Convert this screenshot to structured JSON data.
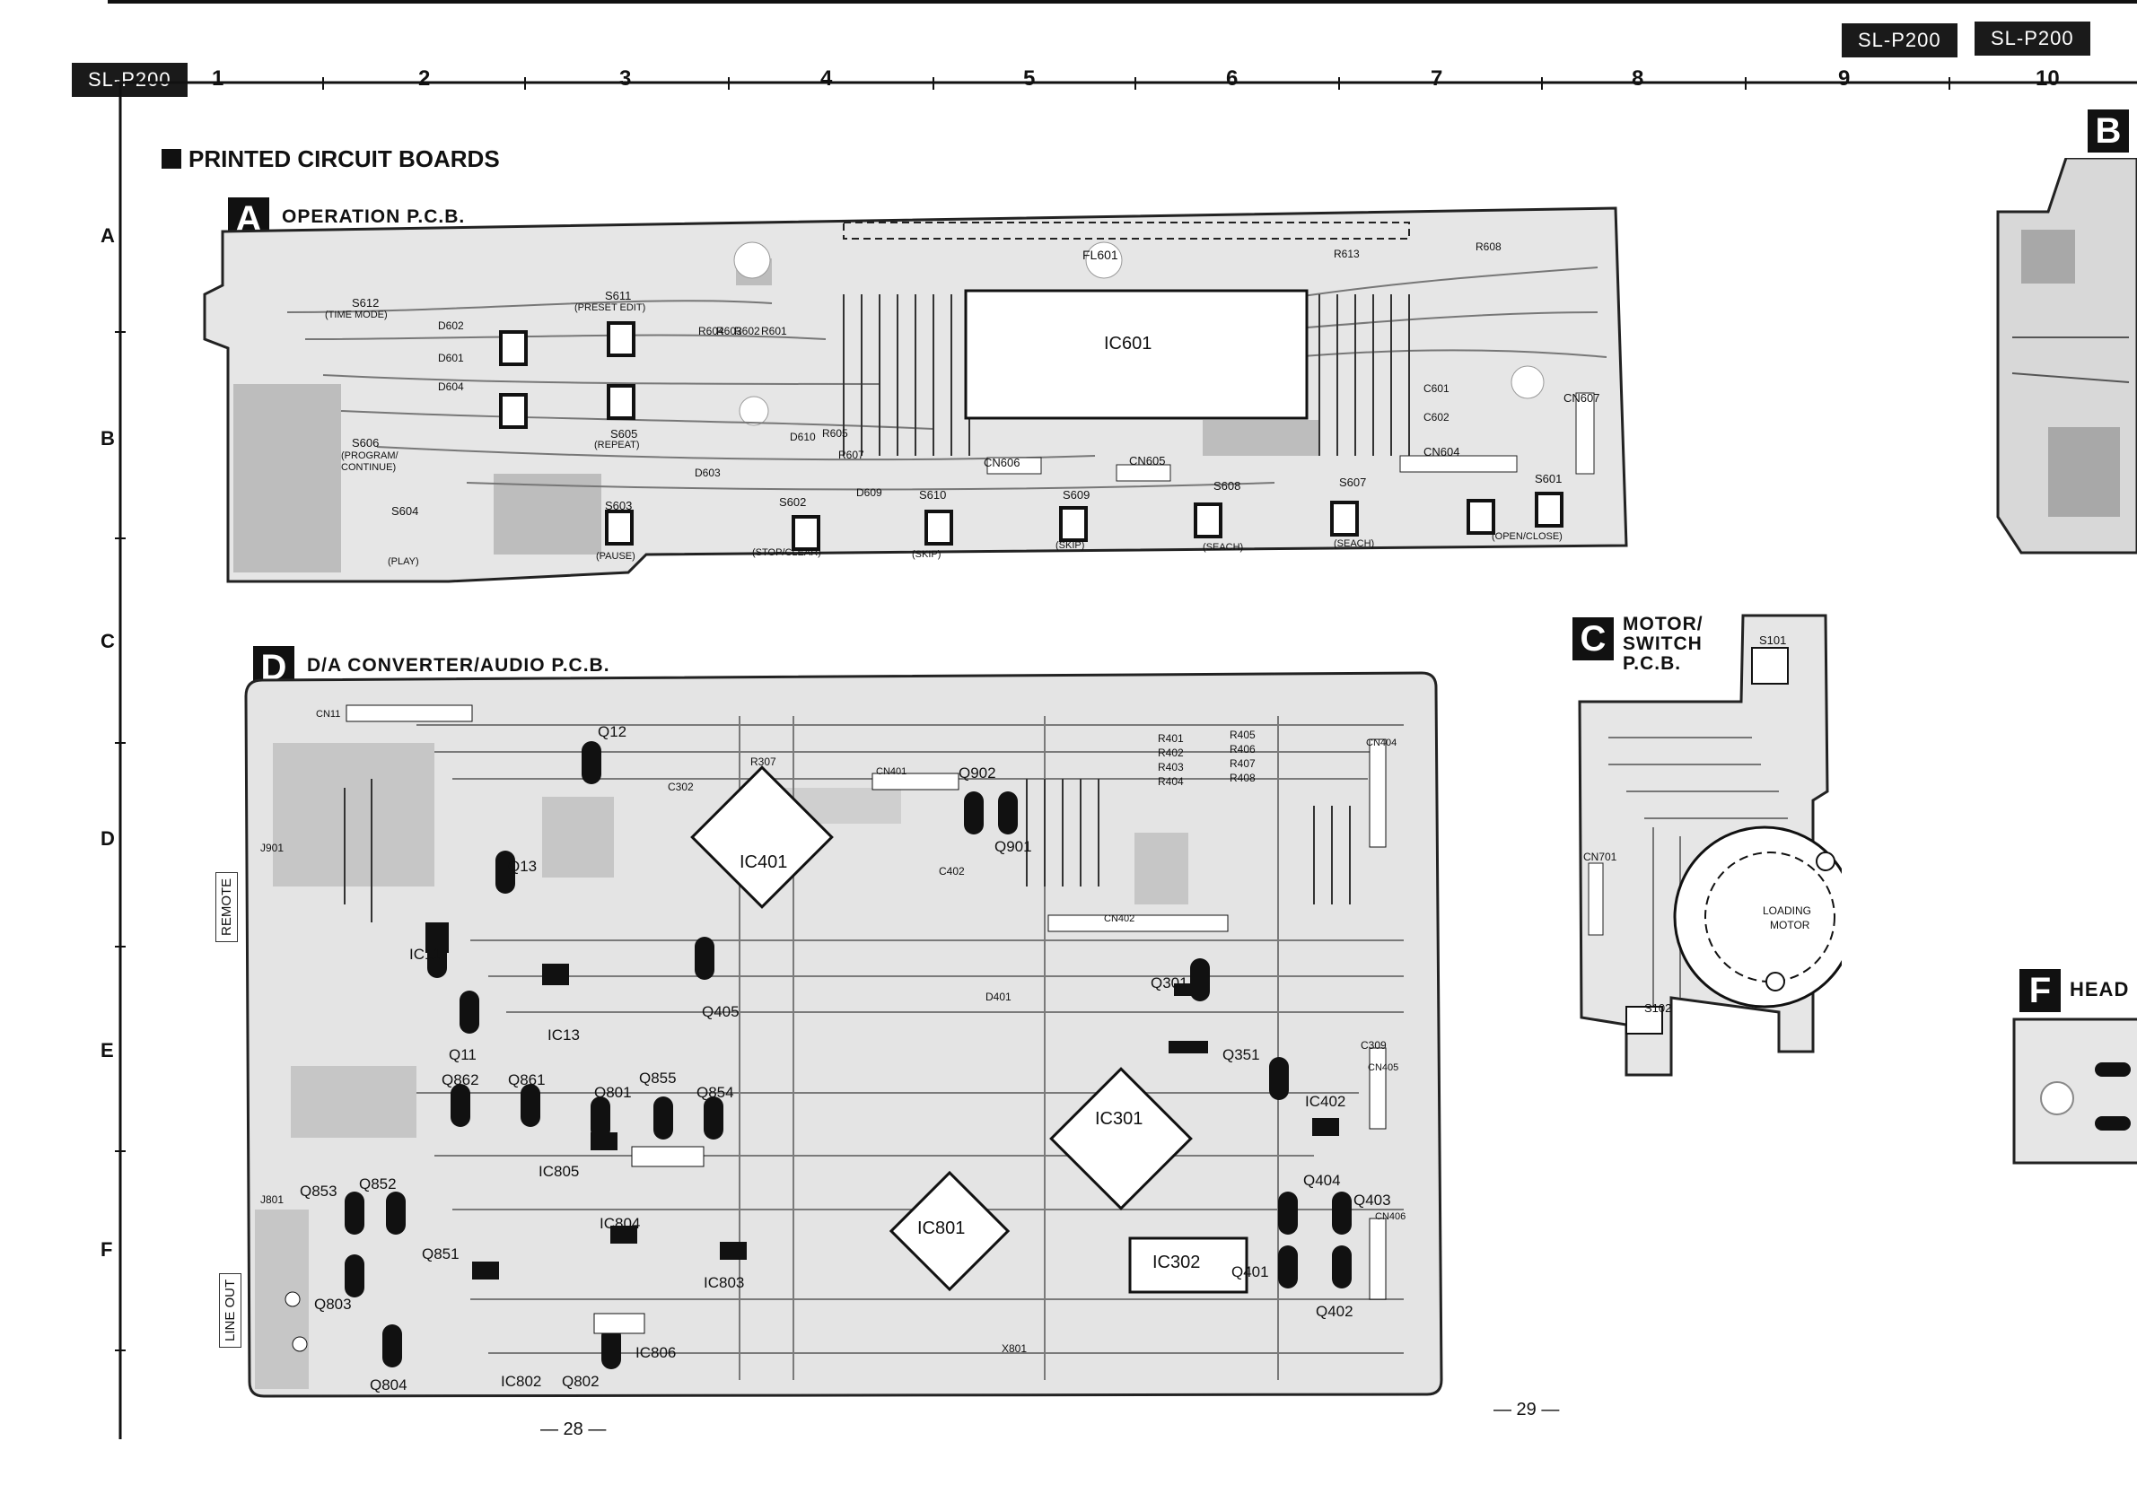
{
  "header": {
    "model_left": "SL-P200",
    "model_right_1": "SL-P200",
    "model_right_2": "SL-P200"
  },
  "grid": {
    "columns": [
      "1",
      "2",
      "3",
      "4",
      "5",
      "6",
      "7",
      "8",
      "9",
      "10"
    ],
    "rows": [
      "A",
      "B",
      "C",
      "D",
      "E",
      "F"
    ]
  },
  "title": "PRINTED CIRCUIT BOARDS",
  "sections": {
    "A": {
      "letter": "A",
      "title": "OPERATION P.C.B."
    },
    "B": {
      "letter": "B"
    },
    "C": {
      "letter": "C",
      "title_line1": "MOTOR/",
      "title_line2": "SWITCH",
      "title_line3": "P.C.B."
    },
    "D": {
      "letter": "D",
      "title": "D/A CONVERTER/AUDIO P.C.B."
    },
    "F": {
      "letter": "F",
      "title": "HEAD"
    }
  },
  "board_a": {
    "ic": "IC601",
    "fl": "FL601",
    "cn606": "CN606",
    "cn605": "CN605",
    "cn604": "CN604",
    "cn607": "CN607",
    "switches": [
      {
        "ref": "S612",
        "func": "(TIME MODE)"
      },
      {
        "ref": "S611",
        "func": "(PRESET EDIT)"
      },
      {
        "ref": "S606",
        "func": "(PROGRAM/ CONTINUE)"
      },
      {
        "ref": "S605",
        "func": "(REPEAT)"
      },
      {
        "ref": "S604",
        "func": "(PLAY)"
      },
      {
        "ref": "S603",
        "func": "(PAUSE)"
      },
      {
        "ref": "S602",
        "func": "(STOP/CLEAR)"
      },
      {
        "ref": "S610",
        "func": "(SKIP)"
      },
      {
        "ref": "S609",
        "func": "(SKIP)"
      },
      {
        "ref": "S608",
        "func": "(SEACH)"
      },
      {
        "ref": "S607",
        "func": "(SEACH)"
      },
      {
        "ref": "S601",
        "func": "(OPEN/CLOSE)"
      }
    ],
    "parts": [
      "D602",
      "D601",
      "D604",
      "R604",
      "R603",
      "R602",
      "R601",
      "D610",
      "R605",
      "R607",
      "D609",
      "D603",
      "C601",
      "C602",
      "R613",
      "R608"
    ]
  },
  "board_c": {
    "switches": [
      "S101",
      "S102"
    ],
    "cn": "CN701",
    "motor_line1": "LOADING",
    "motor_line2": "MOTOR"
  },
  "board_d": {
    "side_remote": "REMOTE",
    "side_line_out": "LINE OUT",
    "ics": [
      "IC401",
      "IC301",
      "IC801",
      "IC302"
    ],
    "labels": [
      "CN11",
      "Q12",
      "Q13",
      "Q11",
      "IC11",
      "IC13",
      "Q862",
      "Q861",
      "Q801",
      "Q855",
      "Q854",
      "Q405",
      "Q853",
      "Q852",
      "Q851",
      "Q803",
      "Q804",
      "IC805",
      "IC804",
      "IC803",
      "IC802",
      "Q802",
      "IC806",
      "Q902",
      "Q901",
      "Q301",
      "Q351",
      "IC402",
      "Q404",
      "Q403",
      "Q401",
      "Q402",
      "CN401",
      "CN402",
      "CN404",
      "CN405",
      "CN406",
      "J901",
      "J801",
      "X801",
      "R307",
      "R401",
      "R402",
      "R403",
      "R404",
      "R405",
      "R406",
      "R407",
      "R408",
      "C302",
      "C402",
      "C309",
      "D401"
    ]
  },
  "footer": {
    "page_left": "— 28 —",
    "page_right": "— 29 —"
  }
}
